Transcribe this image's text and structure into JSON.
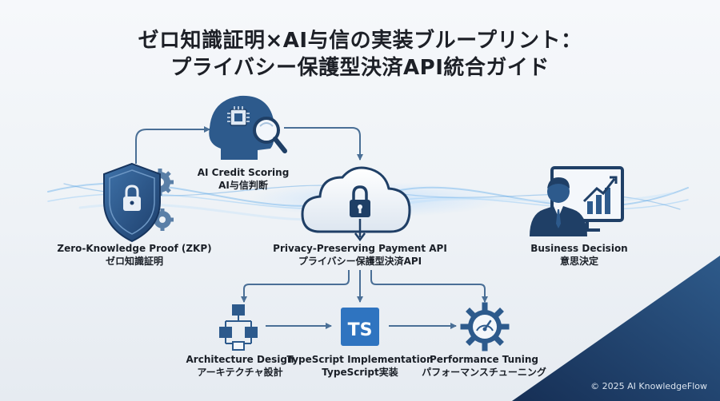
{
  "title": {
    "line1": "ゼロ知識証明×AI与信の実装ブループリント：",
    "line2": "プライバシー保護型決済API統合ガイド"
  },
  "nodes": {
    "zkp": {
      "en": "Zero-Knowledge Proof (ZKP)",
      "jp": "ゼロ知識証明",
      "icon": "shield-lock-gears-icon"
    },
    "ai": {
      "en": "AI Credit Scoring",
      "jp": "AI与信判断",
      "icon": "head-chip-magnifier-icon"
    },
    "api": {
      "en": "Privacy-Preserving Payment API",
      "jp": "プライバシー保護型決済API",
      "icon": "cloud-lock-icon"
    },
    "business": {
      "en": "Business Decision",
      "jp": "意思決定",
      "icon": "businessman-chart-icon"
    },
    "architecture": {
      "en": "Architecture Design",
      "jp": "アーキテクチャ設計",
      "icon": "flowchart-icon"
    },
    "typescript": {
      "en": "TypeScript Implementation",
      "jp": "TypeScript実装",
      "icon": "typescript-icon",
      "badge": "TS"
    },
    "performance": {
      "en": "Performance Tuning",
      "jp": "パフォーマンスチューニング",
      "icon": "gear-gauge-icon"
    }
  },
  "footer": {
    "copyright": "© 2025 AI KnowledgeFlow"
  },
  "colors": {
    "primary": "#2d5a8c",
    "dark": "#1f3f66",
    "arrow": "#4a6f96",
    "corner": "#1e3b66"
  }
}
